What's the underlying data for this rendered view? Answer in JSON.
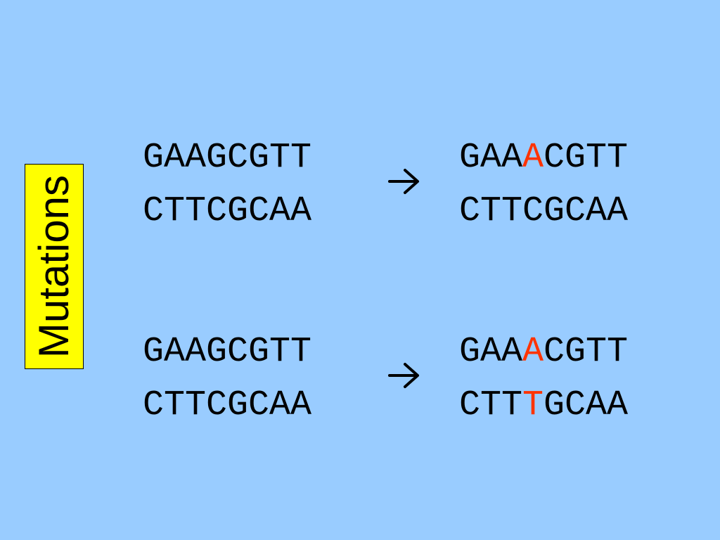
{
  "label": "Mutations",
  "colors": {
    "background": "#99CCFF",
    "label_box": "#FFFF00",
    "text": "#000000",
    "mutation": "#FF3300"
  },
  "examples": [
    {
      "before": {
        "top": "GAAGCGTT",
        "bottom": "CTTCGCAA"
      },
      "after": {
        "top": {
          "prefix": "GAA",
          "mutated": "A",
          "suffix": "CGTT"
        },
        "bottom": {
          "full": "CTTCGCAA"
        }
      },
      "arrow_icon": "right-arrow-icon"
    },
    {
      "before": {
        "top": "GAAGCGTT",
        "bottom": "CTTCGCAA"
      },
      "after": {
        "top": {
          "prefix": "GAA",
          "mutated": "A",
          "suffix": "CGTT"
        },
        "bottom": {
          "prefix": "CTT",
          "mutated": "T",
          "suffix": "GCAA"
        }
      },
      "arrow_icon": "right-arrow-icon"
    }
  ]
}
